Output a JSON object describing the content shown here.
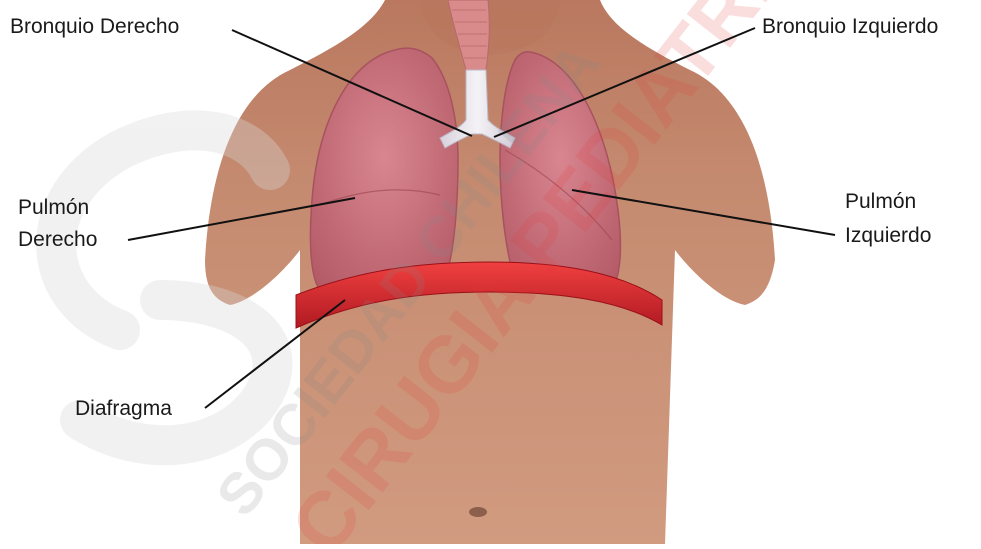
{
  "labels": {
    "bronquio_derecho": "Bronquio Derecho",
    "bronquio_izquierdo": "Bronquio Izquierdo",
    "pulmon_derecho_line1": "Pulmón",
    "pulmon_derecho_line2": "Derecho",
    "pulmon_izquierdo_line1": "Pulmón",
    "pulmon_izquierdo_line2": "Izquierdo",
    "diafragma": "Diafragma"
  },
  "watermark": {
    "logo": "SC",
    "line1": "SOCIEDAD CHILENA",
    "line2": "CIRUGIA PEDIATRICA"
  },
  "colors": {
    "skin": "#c98f74",
    "lung": "#c8707a",
    "diaphragm": "#d8282f",
    "trachea": "#e8e4ec",
    "watermark_red": "#e63a3a",
    "watermark_gray": "#d9d9d9"
  }
}
